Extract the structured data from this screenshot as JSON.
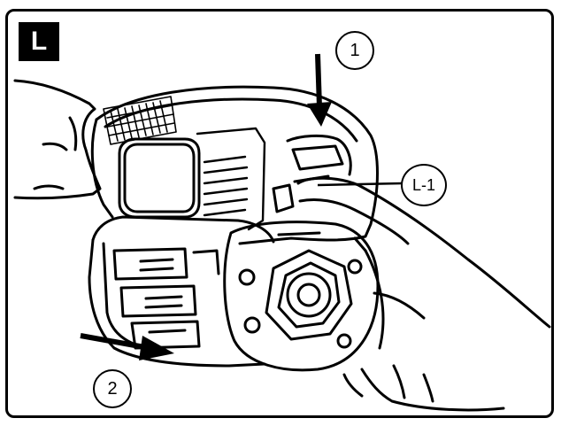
{
  "figure": {
    "panel_label": "L",
    "callouts": {
      "step1": "1",
      "step2": "2",
      "part": "L-1"
    },
    "colors": {
      "ink": "#000000",
      "paper": "#ffffff"
    }
  }
}
